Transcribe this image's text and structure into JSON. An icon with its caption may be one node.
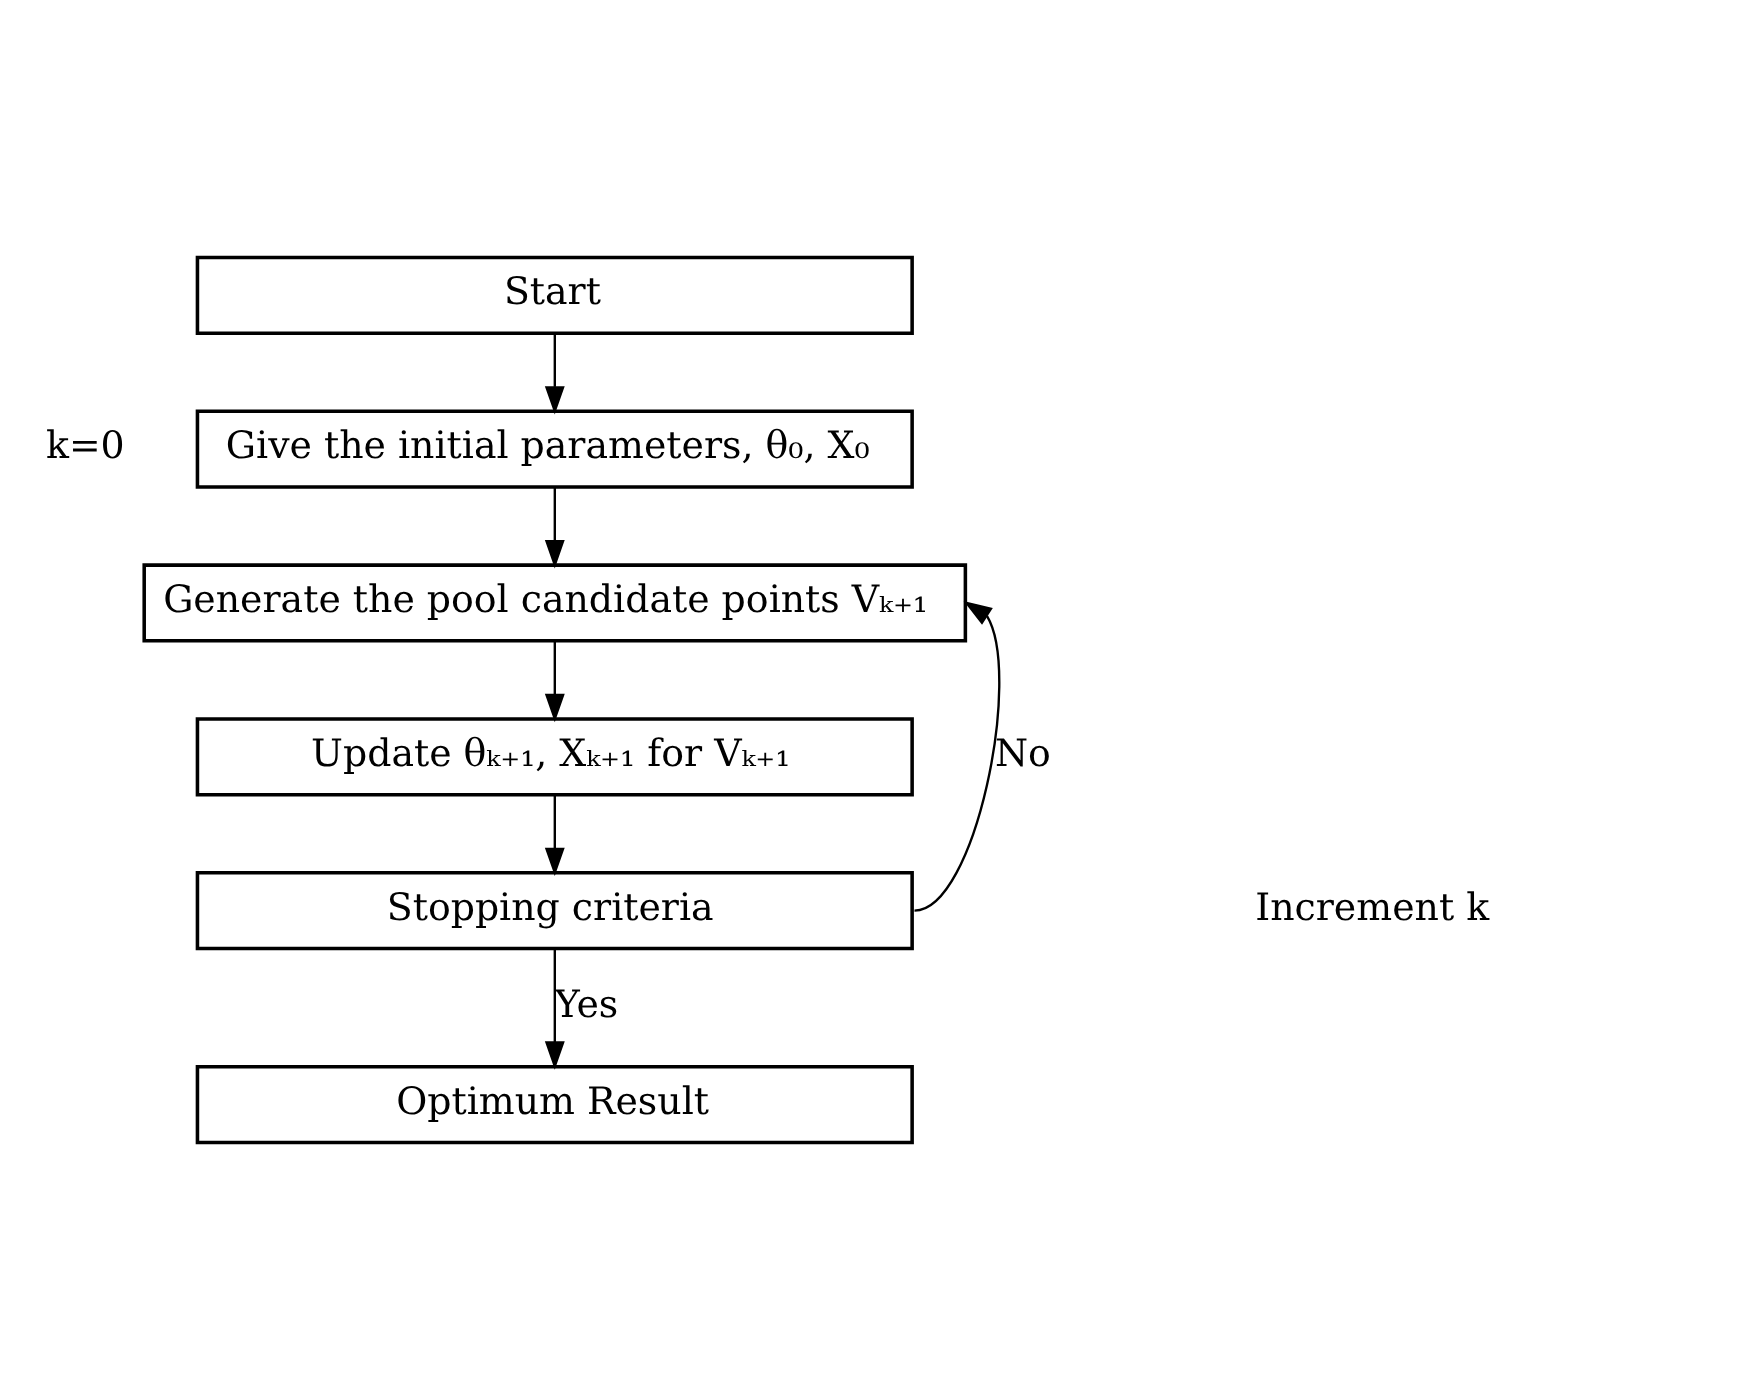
{
  "diagram": {
    "nodes": [
      {
        "text": [
          "Start"
        ]
      },
      {
        "text": [
          "Give the initial parameters, θ₀, X₀"
        ],
        "beside": [
          "k=0"
        ]
      },
      {
        "text": [
          "Generate the pool candidate points Vₖ₊₁"
        ]
      },
      {
        "text": [
          "Update θₖ₊₁, Xₖ₊₁ for Vₖ₊₁"
        ]
      },
      {
        "text": [
          "Stopping criteria"
        ]
      },
      {
        "text": [
          "Optimum Result"
        ]
      }
    ],
    "edges": [
      {
        "from": 0,
        "to": 1,
        "arrow": "to"
      },
      {
        "from": 1,
        "to": 2,
        "arrow": "to"
      },
      {
        "from": 2,
        "to": 3,
        "arrow": "to"
      },
      {
        "from": 3,
        "to": 4,
        "arrow": "to"
      },
      {
        "from": 4,
        "to": 2,
        "arrow": "to",
        "label": "No"
      },
      {
        "from": 4,
        "to": 5,
        "arrow": "to",
        "label": "Yes"
      }
    ],
    "labels": [
      "Increment k"
    ]
  }
}
